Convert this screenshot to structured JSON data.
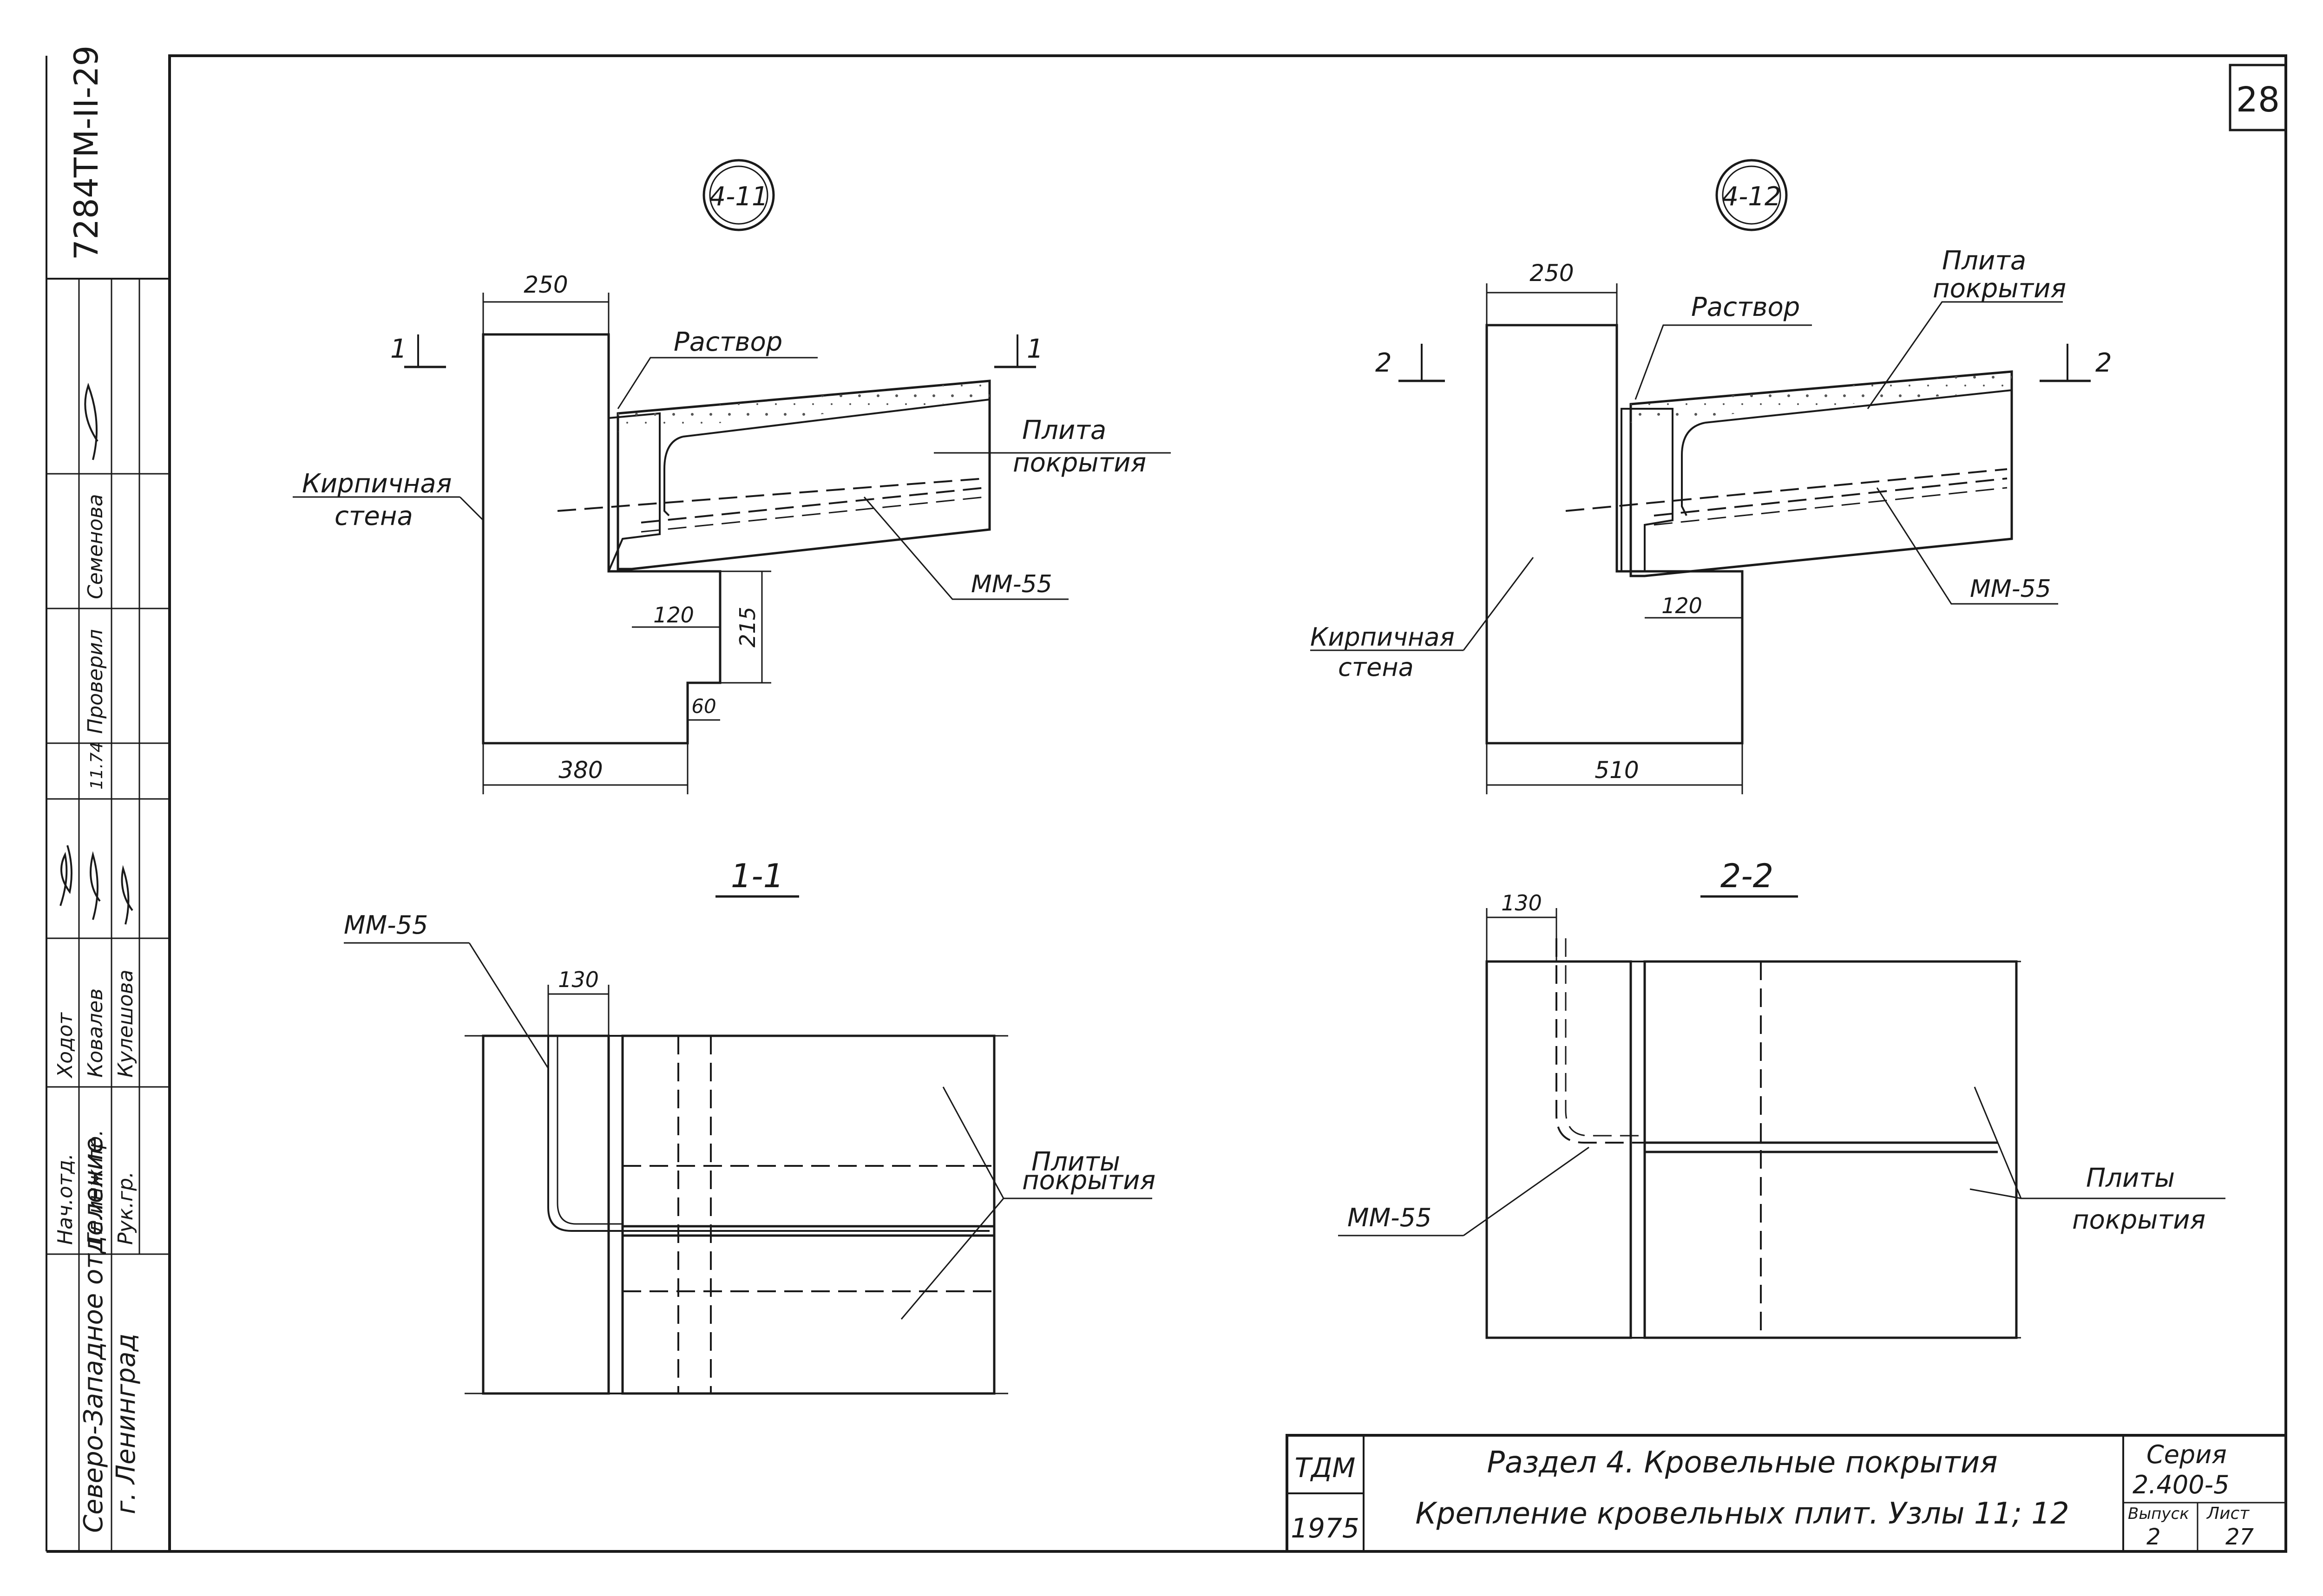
{
  "sheet": {
    "page_number": "28",
    "side_code": "7284TM-II-29"
  },
  "left_stamp": {
    "organization_line1": "Северо-Западное отделение",
    "organization_line2": "г. Ленинград",
    "roles": [
      "Нач.отд.",
      "Гл.инж.пр.",
      "Рук.гр.",
      "Проверил",
      "Семенова"
    ],
    "names": [
      "Ходот",
      "Ковалев",
      "Кулешова"
    ],
    "date": "11.74"
  },
  "detail_4_11": {
    "marker": "4-11",
    "wall_thickness": "250",
    "overall_width": "380",
    "dim_120": "120",
    "dim_215": "215",
    "dim_60": "60",
    "section_mark_left": "1",
    "section_mark_right": "1",
    "label_mortar": "Раствор",
    "label_slab_1": "Плита",
    "label_slab_2": "покрытия",
    "label_wall_1": "Кирпичная",
    "label_wall_2": "стена",
    "label_anchor": "ММ-55"
  },
  "detail_4_12": {
    "marker": "4-12",
    "wall_thickness": "250",
    "overall_width": "510",
    "dim_120": "120",
    "section_mark_left": "2",
    "section_mark_right": "2",
    "label_mortar": "Раствор",
    "label_slab_1": "Плита",
    "label_slab_2": "покрытия",
    "label_wall_1": "Кирпичная",
    "label_wall_2": "стена",
    "label_anchor": "ММ-55"
  },
  "section_1_1": {
    "title": "1-1",
    "dim_130": "130",
    "label_anchor": "ММ-55",
    "label_slabs_1": "Плиты",
    "label_slabs_2": "покрытия"
  },
  "section_2_2": {
    "title": "2-2",
    "dim_130": "130",
    "label_anchor": "ММ-55",
    "label_slabs_1": "Плиты",
    "label_slabs_2": "покрытия"
  },
  "title_block": {
    "org": "ТДМ",
    "year": "1975",
    "line1": "Раздел 4.  Кровельные покрытия",
    "line2": "Крепление кровельных плит. Узлы 11; 12",
    "series_label": "Серия",
    "series_value": "2.400-5",
    "issue_label": "Выпуск",
    "issue_value": "2",
    "sheet_label": "Лист",
    "sheet_value": "27"
  }
}
